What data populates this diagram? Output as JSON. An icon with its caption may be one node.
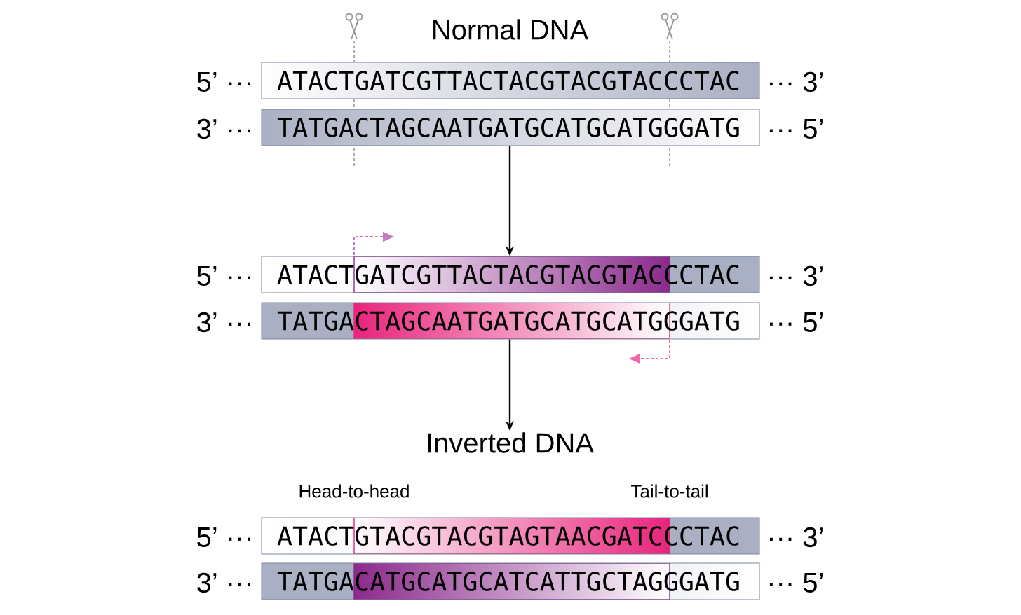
{
  "diagram": {
    "nodes": [
      {
        "text": [
          "ATACTGATCGTTACTACGTACGTACCCTAC"
        ],
        "beside": [
          "5’ ···",
          "··· 3’"
        ]
      },
      {
        "text": [
          "TATGACTAGCAATGATGCATGCATGGGATG"
        ],
        "beside": [
          "3’ ···",
          "··· 5’"
        ]
      },
      {
        "text": [
          "ATACTGATCGTTACTACGTACGTACCCTAC"
        ],
        "beside": [
          "5’ ···",
          "··· 3’"
        ]
      },
      {
        "text": [
          "TATGACTAGCAATGATGCATGCATGGGATG"
        ],
        "beside": [
          "3’ ···",
          "··· 5’"
        ]
      },
      {
        "text": [
          "Inverted DNA"
        ]
      },
      {
        "text": [
          "ATACTGTACGTACGTAGTAACGATCCCTAC"
        ],
        "beside": [
          "5’ ···",
          "··· 3’"
        ]
      },
      {
        "text": [
          "TATGACATGCATGCATCATTGCTAGGGATG"
        ],
        "beside": [
          "3’ ···",
          "··· 5’"
        ]
      }
    ],
    "edges": [
      {
        "from": 1,
        "to": 2,
        "arrow": "to"
      },
      {
        "from": 3,
        "to": 4,
        "arrow": "to"
      }
    ],
    "labels": [
      "Normal DNA",
      "Head-to-head",
      "Tail-to-tail"
    ]
  }
}
